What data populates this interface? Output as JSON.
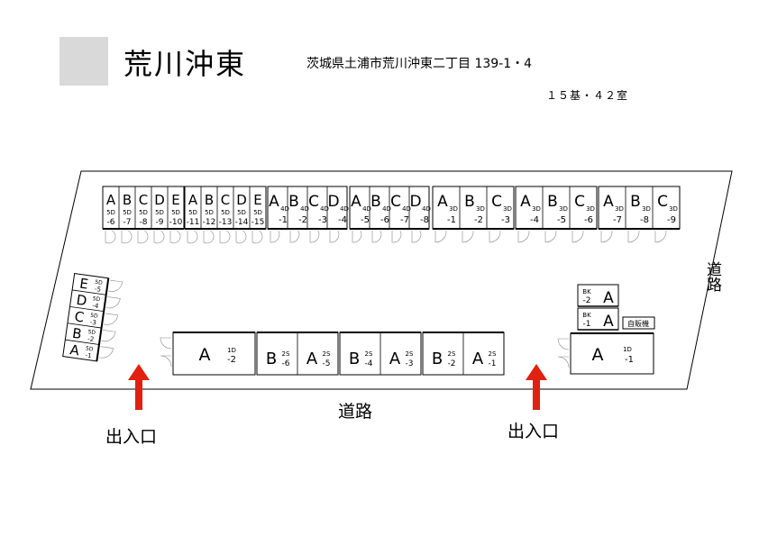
{
  "header": {
    "title": "荒川沖東",
    "address": "茨城県土浦市荒川沖東二丁目 139-1・4",
    "count": "１５基・４２室"
  },
  "labels": {
    "road_bottom": "道路",
    "road_right": "道路",
    "entrance_left": "出入口",
    "entrance_right": "出入口",
    "vending": "自販機"
  },
  "top_units": [
    {
      "l": "A",
      "t": "5D",
      "n": "-6"
    },
    {
      "l": "B",
      "t": "5D",
      "n": "-7"
    },
    {
      "l": "C",
      "t": "5D",
      "n": "-8"
    },
    {
      "l": "D",
      "t": "5D",
      "n": "-9"
    },
    {
      "l": "E",
      "t": "5D",
      "n": "-10"
    },
    {
      "l": "A",
      "t": "5D",
      "n": "-11"
    },
    {
      "l": "B",
      "t": "5D",
      "n": "-12"
    },
    {
      "l": "C",
      "t": "5D",
      "n": "-13"
    },
    {
      "l": "D",
      "t": "5D",
      "n": "-14"
    },
    {
      "l": "E",
      "t": "5D",
      "n": "-15"
    },
    {
      "l": "A",
      "t": "4D",
      "n": "-1"
    },
    {
      "l": "B",
      "t": "4D",
      "n": "-2"
    },
    {
      "l": "C",
      "t": "4D",
      "n": "-3"
    },
    {
      "l": "D",
      "t": "4D",
      "n": "-4"
    },
    {
      "l": "A",
      "t": "4D",
      "n": "-5"
    },
    {
      "l": "B",
      "t": "4D",
      "n": "-6"
    },
    {
      "l": "C",
      "t": "4D",
      "n": "-7"
    },
    {
      "l": "D",
      "t": "4D",
      "n": "-8"
    },
    {
      "l": "A",
      "t": "3D",
      "n": "-1"
    },
    {
      "l": "B",
      "t": "3D",
      "n": "-2"
    },
    {
      "l": "C",
      "t": "3D",
      "n": "-3"
    },
    {
      "l": "A",
      "t": "3D",
      "n": "-4"
    },
    {
      "l": "B",
      "t": "3D",
      "n": "-5"
    },
    {
      "l": "C",
      "t": "3D",
      "n": "-6"
    },
    {
      "l": "A",
      "t": "3D",
      "n": "-7"
    },
    {
      "l": "B",
      "t": "3D",
      "n": "-8"
    },
    {
      "l": "C",
      "t": "3D",
      "n": "-9"
    }
  ],
  "left_units": [
    {
      "l": "E",
      "t": "5D",
      "n": "-5"
    },
    {
      "l": "D",
      "t": "5D",
      "n": "-4"
    },
    {
      "l": "C",
      "t": "5D",
      "n": "-3"
    },
    {
      "l": "B",
      "t": "5D",
      "n": "-2"
    },
    {
      "l": "A",
      "t": "5D",
      "n": "-1"
    }
  ],
  "bottom_units": [
    {
      "l": "A",
      "t": "1D",
      "n": "-2"
    },
    {
      "l": "B",
      "t": "2S",
      "n": "-6"
    },
    {
      "l": "A",
      "t": "2S",
      "n": "-5"
    },
    {
      "l": "B",
      "t": "2S",
      "n": "-4"
    },
    {
      "l": "A",
      "t": "2S",
      "n": "-3"
    },
    {
      "l": "B",
      "t": "2S",
      "n": "-2"
    },
    {
      "l": "A",
      "t": "2S",
      "n": "-1"
    }
  ],
  "right_units": [
    {
      "l": "A",
      "t": "BK",
      "n": "-2"
    },
    {
      "l": "A",
      "t": "BK",
      "n": "-1"
    },
    {
      "l": "A",
      "t": "1D",
      "n": "-1"
    }
  ]
}
